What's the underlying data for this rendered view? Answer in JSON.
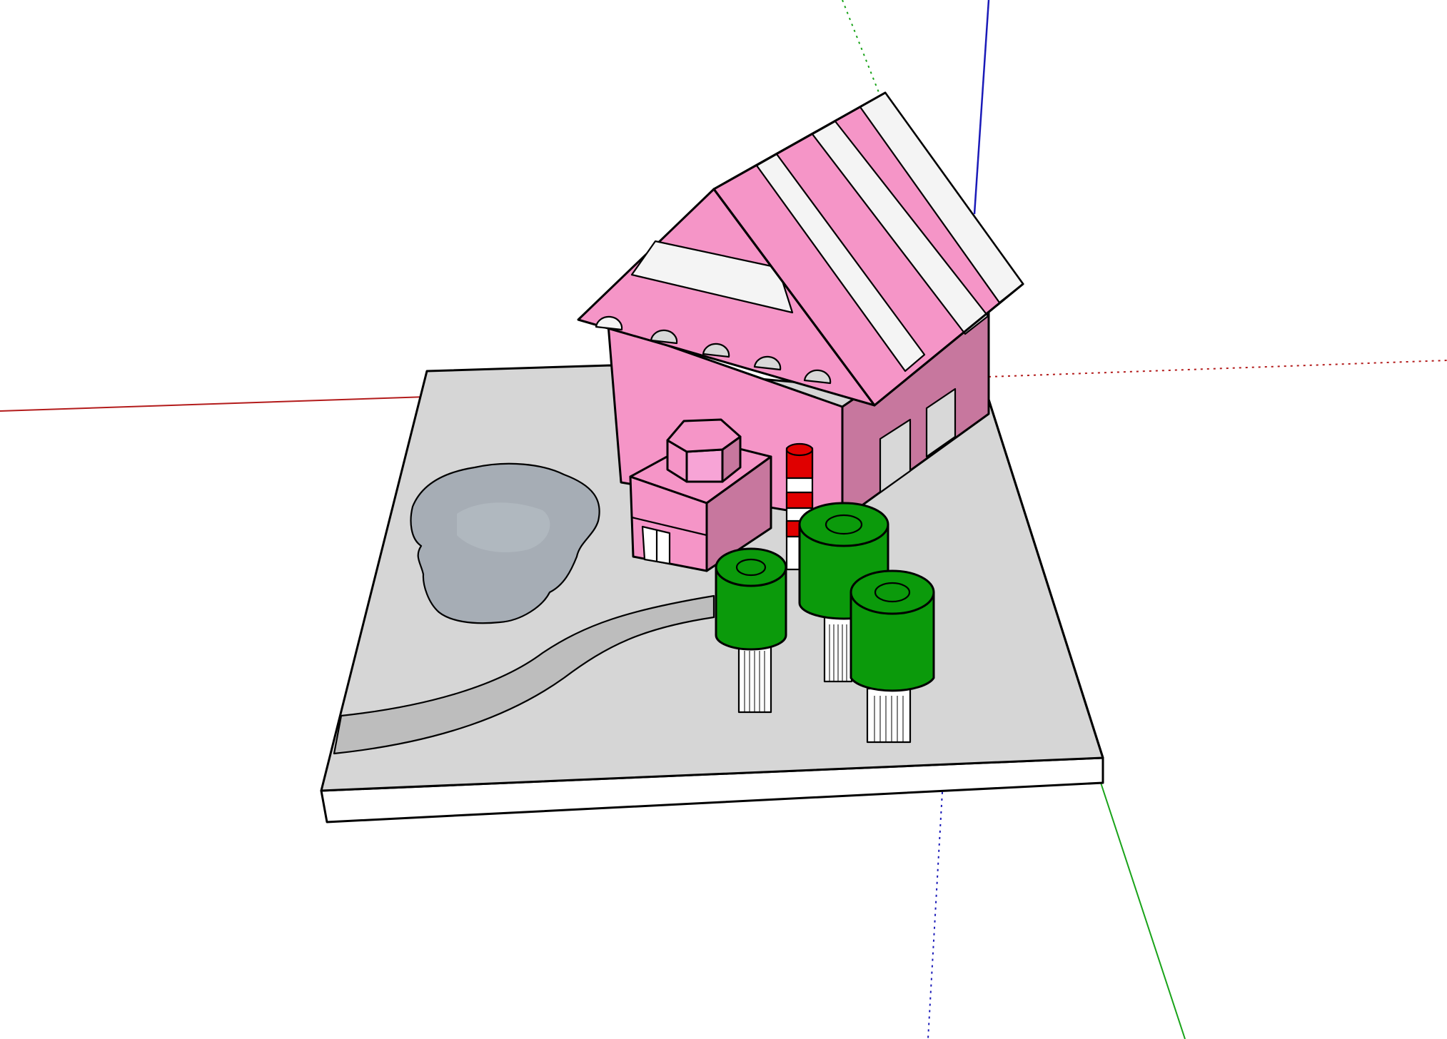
{
  "app": {
    "name": "",
    "view": "3d-modeling-viewport"
  },
  "scene": {
    "colors": {
      "background": "#ffffff",
      "axis_red": "#b31b1b",
      "axis_green": "#19a319",
      "axis_blue": "#1a1ab8",
      "ground_top": "#d6d6d6",
      "ground_side": "#ffffff",
      "path": "#bdbdbd",
      "pond": "#a6adb5",
      "house_front": "#f595c7",
      "house_side": "#c7779e",
      "roof_pink": "#f595c7",
      "roof_stripe": "#f4f4f4",
      "window": "#d8d8d8",
      "chimney_red": "#e00000",
      "chimney_white": "#ffffff",
      "tree_green": "#0b9a0b",
      "tree_dark": "#067a06",
      "trunk": "#ffffff"
    },
    "objects": [
      "ground-base",
      "pond",
      "path",
      "house",
      "roof",
      "annex",
      "hex-tower",
      "chimney",
      "tree-left",
      "tree-back",
      "tree-front",
      "axis-red",
      "axis-green",
      "axis-blue"
    ],
    "icons": {
      "model": "3d-house-model"
    }
  }
}
